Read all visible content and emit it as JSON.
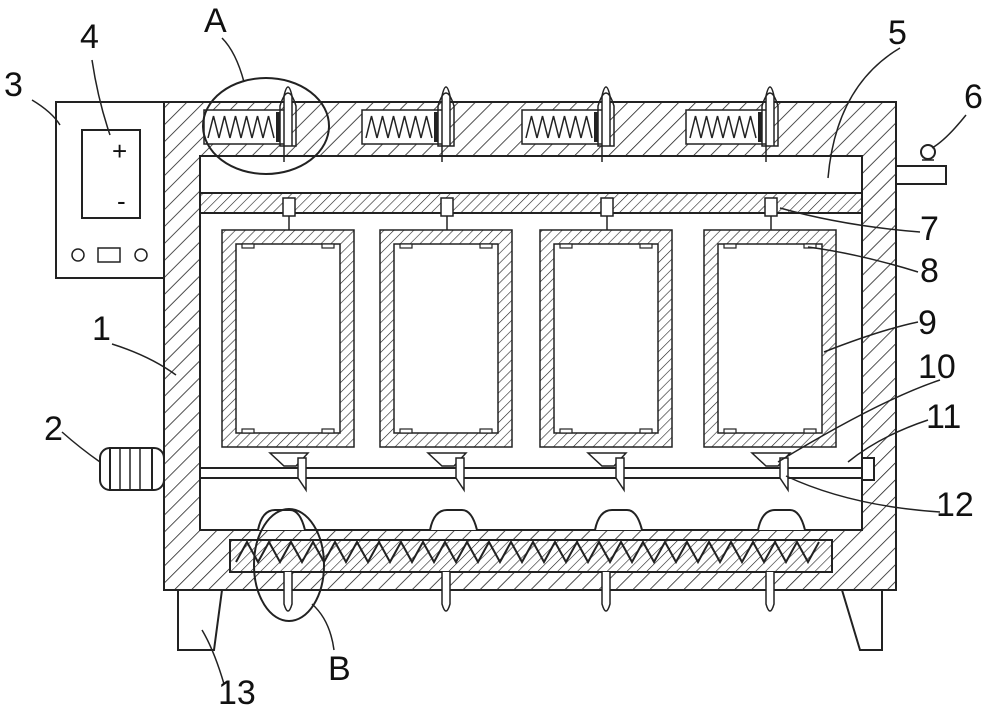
{
  "labels": {
    "n1": "1",
    "n2": "2",
    "n3": "3",
    "n4": "4",
    "n5": "5",
    "n6": "6",
    "n7": "7",
    "n8": "8",
    "n9": "9",
    "n10": "10",
    "n11": "11",
    "n12": "12",
    "n13": "13",
    "detail_a": "A",
    "detail_b": "B"
  },
  "battery": {
    "plus": "+",
    "minus": "-"
  },
  "colors": {
    "line": "#222222",
    "background": "#ffffff"
  }
}
